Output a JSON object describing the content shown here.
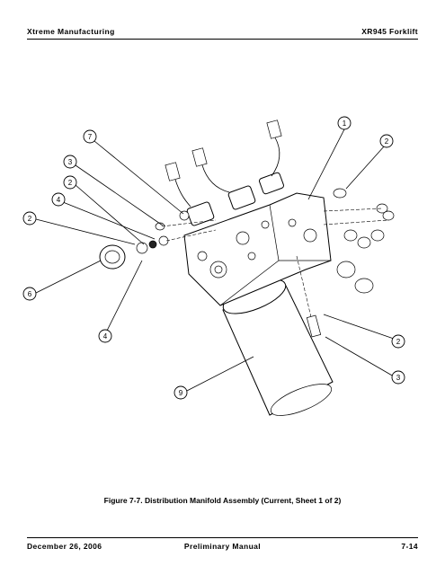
{
  "header": {
    "left": "Xtreme Manufacturing",
    "right": "XR945 Forklift"
  },
  "figure": {
    "caption": "Figure 7-7.  Distribution Manifold Assembly  (Current, Sheet 1 of 2)",
    "callouts": [
      "1",
      "2",
      "3",
      "2",
      "4",
      "2",
      "6",
      "7",
      "2",
      "3",
      "4",
      "9"
    ]
  },
  "footer": {
    "left": "December 26, 2006",
    "center": "Preliminary Manual",
    "right": "7-14"
  }
}
